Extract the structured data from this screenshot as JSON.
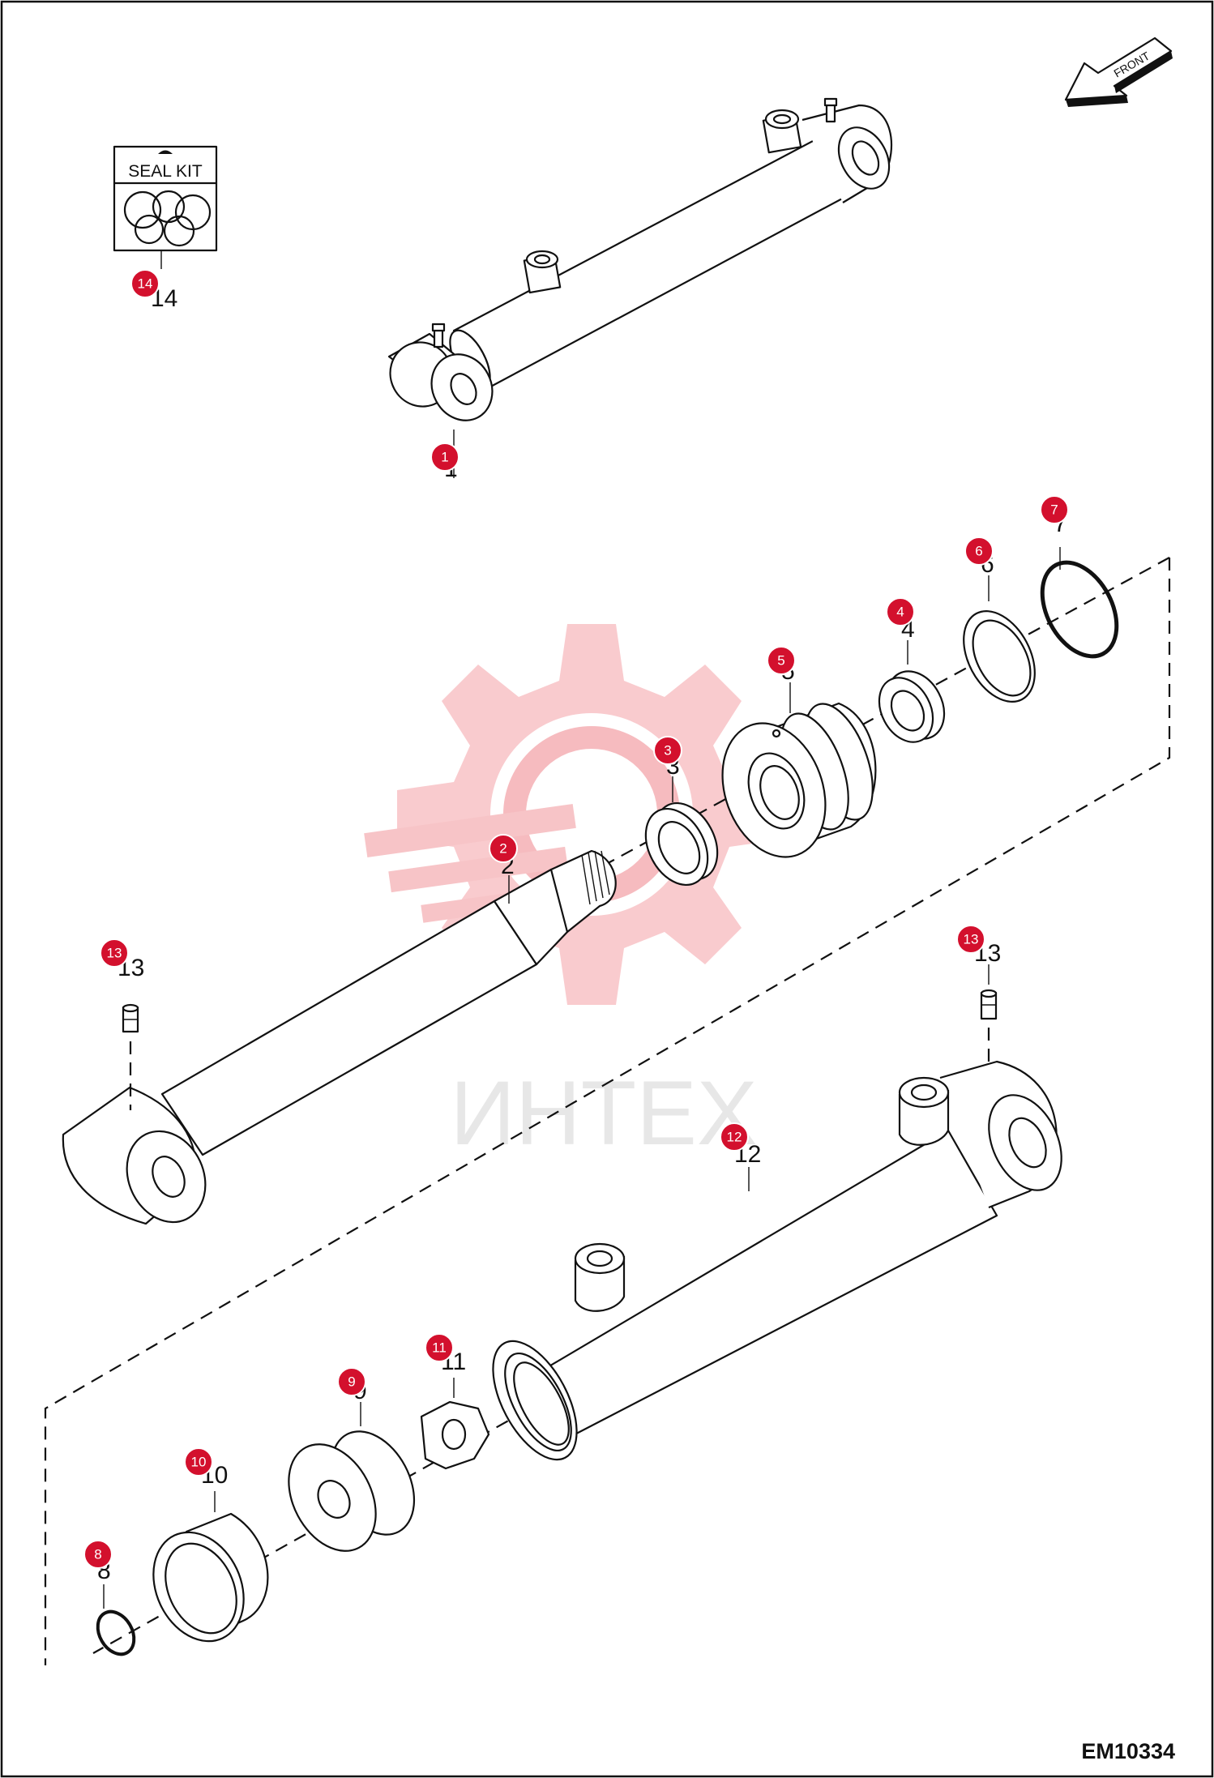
{
  "diagram": {
    "code": "EM10334",
    "front_label": "FRONT",
    "seal_kit_label": "SEAL KIT",
    "watermark_text": "ИНТЕХ",
    "parts": [
      {
        "id": "1",
        "label": "1"
      },
      {
        "id": "2",
        "label": "2"
      },
      {
        "id": "3",
        "label": "3"
      },
      {
        "id": "4",
        "label": "4"
      },
      {
        "id": "5",
        "label": "5"
      },
      {
        "id": "6",
        "label": "6"
      },
      {
        "id": "7",
        "label": "7"
      },
      {
        "id": "8",
        "label": "8"
      },
      {
        "id": "9",
        "label": "9"
      },
      {
        "id": "10",
        "label": "10"
      },
      {
        "id": "11",
        "label": "11"
      },
      {
        "id": "12",
        "label": "12"
      },
      {
        "id": "13a",
        "label": "13"
      },
      {
        "id": "13b",
        "label": "13"
      },
      {
        "id": "14",
        "label": "14"
      }
    ],
    "colors": {
      "badge": "#d3102d",
      "watermark": "#f6b8bc",
      "line": "#111111"
    }
  }
}
